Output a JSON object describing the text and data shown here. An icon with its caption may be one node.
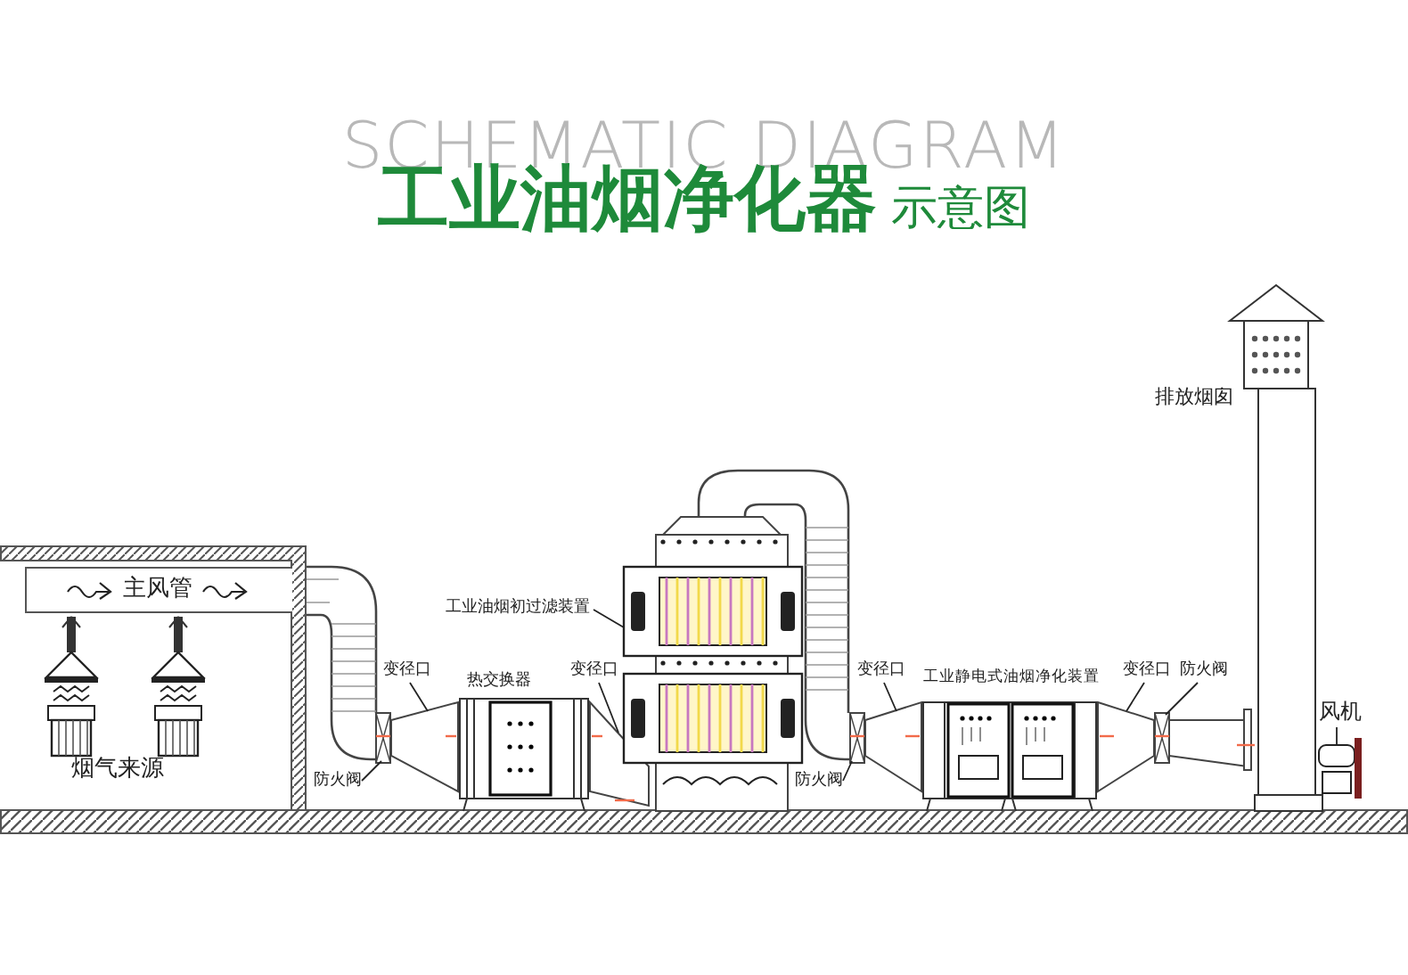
{
  "diagram": {
    "title": "**工业油烟净化器** 示意图",
    "nodes": [
      {
        "text": [
          "烟气来源"
        ]
      },
      {
        "text": [
          "主风管"
        ],
        "in": 0
      },
      {
        "text": [
          "变径口"
        ]
      },
      {
        "text": [
          "防火阀"
        ]
      },
      {
        "text": [
          "热交换器"
        ]
      },
      {
        "text": [
          "变径口"
        ]
      },
      {
        "text": [
          "工业油烟初过滤装置"
        ]
      },
      {
        "text": [
          "防火阀"
        ]
      },
      {
        "text": [
          "变径口"
        ]
      },
      {
        "text": [
          "工业静电式油烟净化装置"
        ]
      },
      {
        "text": [
          "变径口"
        ]
      },
      {
        "text": [
          "防火阀"
        ]
      },
      {
        "text": [
          "排放烟囱"
        ]
      },
      {
        "text": [
          "风机"
        ]
      },
      {
        "text": [],
        "shape": "box"
      },
      {
        "text": [],
        "shape": "picture"
      },
      {
        "text": [],
        "shape": "picture"
      },
      {
        "text": [],
        "shape": "picture"
      },
      {
        "text": [],
        "shape": "box"
      },
      {
        "text": [],
        "shape": "picture"
      },
      {
        "text": [],
        "shape": "picture"
      },
      {
        "text": [],
        "shape": "box"
      },
      {
        "text": [],
        "shape": "picture"
      }
    ],
    "edges": [
      {
        "from": 2,
        "to": 15,
        "arrow": "none"
      },
      {
        "from": 3,
        "to": 14,
        "arrow": "none"
      },
      {
        "from": 5,
        "to": 16,
        "arrow": "none"
      },
      {
        "from": 6,
        "to": 17,
        "arrow": "none"
      },
      {
        "from": 7,
        "to": 18,
        "arrow": "none"
      },
      {
        "from": 8,
        "to": 19,
        "arrow": "none"
      },
      {
        "from": 10,
        "to": 20,
        "arrow": "none"
      },
      {
        "from": 11,
        "to": 21,
        "arrow": "none"
      },
      {
        "from": 13,
        "to": 22,
        "arrow": "none"
      }
    ],
    "labels": [
      "SCHEMATIC DIAGRAM"
    ]
  }
}
